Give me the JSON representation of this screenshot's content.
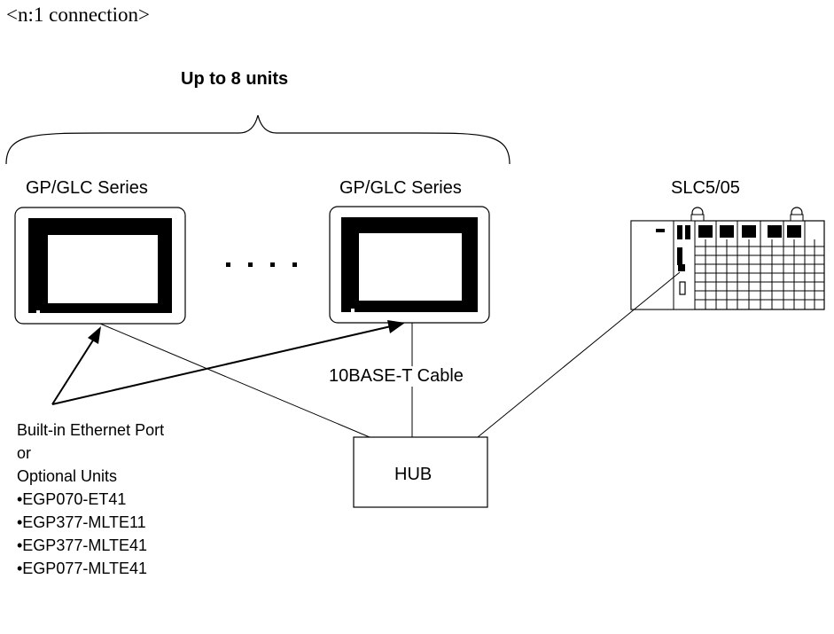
{
  "caption": "<n:1 connection>",
  "group_label": "Up to 8 units",
  "devices": {
    "gp_left": "GP/GLC Series",
    "gp_right": "GP/GLC Series",
    "ellipsis": "....",
    "plc": "SLC5/05"
  },
  "cable_label": "10BASE-T Cable",
  "hub_label": "HUB",
  "port_note": {
    "line1": "Built-in Ethernet Port",
    "line2": "or",
    "line3": "Optional Units",
    "options": [
      "•EGP070-ET41",
      "•EGP377-MLTE11",
      "•EGP377-MLTE41",
      "•EGP077-MLTE41"
    ]
  }
}
